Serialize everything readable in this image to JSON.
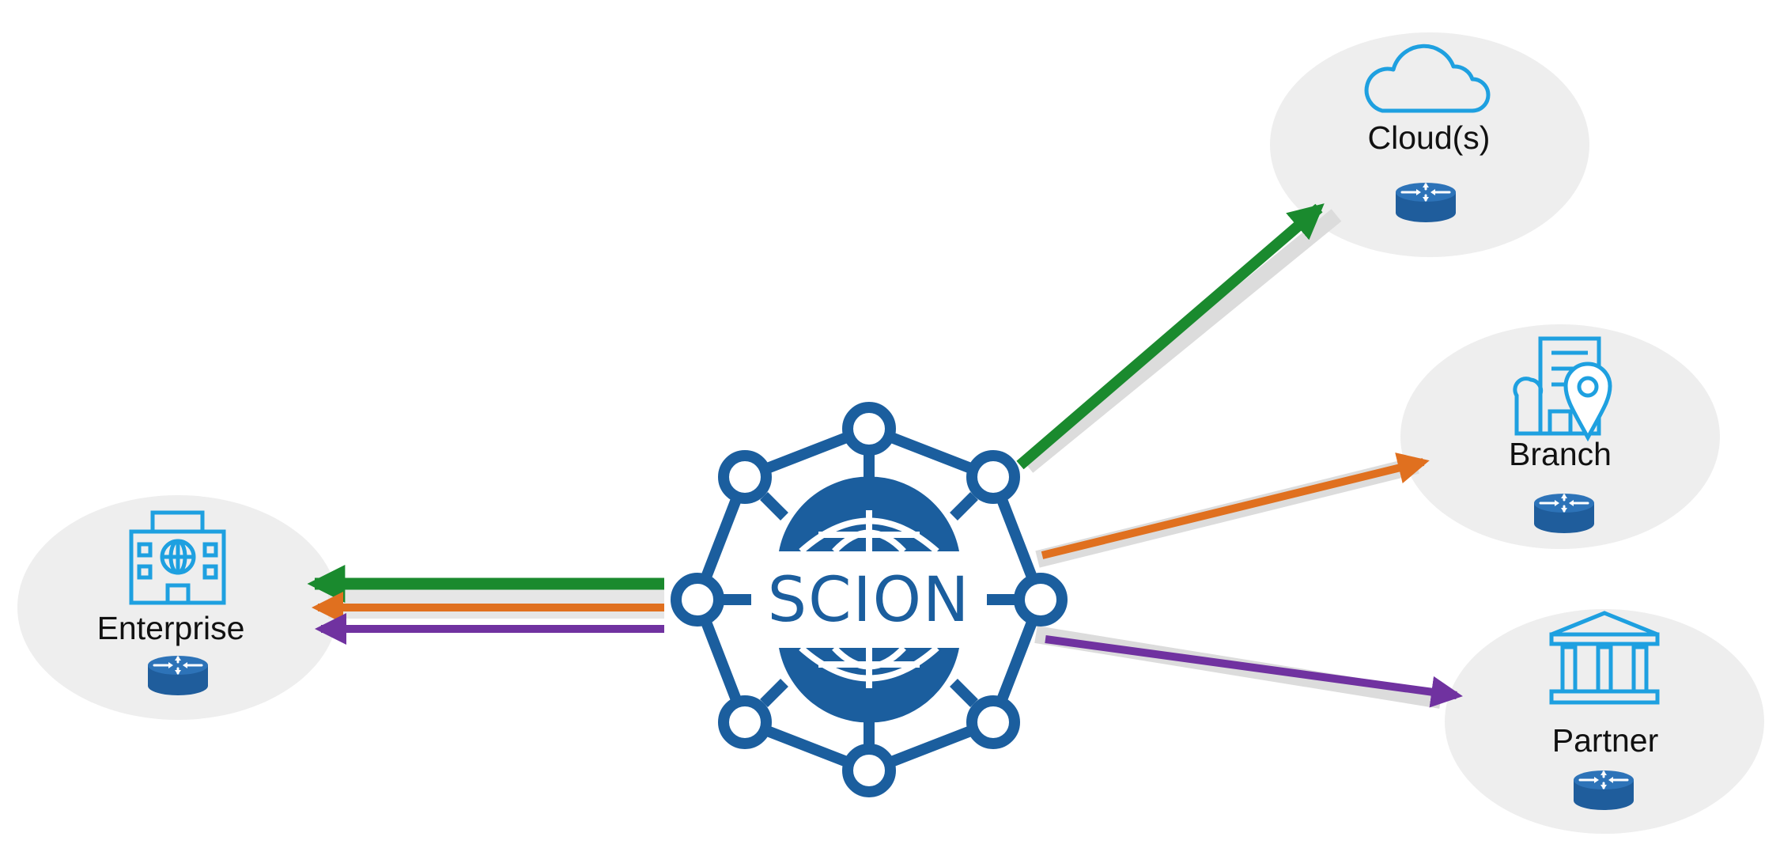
{
  "diagram": {
    "hub": {
      "label": "SCION"
    },
    "nodes": {
      "enterprise": {
        "label": "Enterprise",
        "icon": "enterprise-building-icon"
      },
      "cloud": {
        "label": "Cloud(s)",
        "icon": "cloud-icon"
      },
      "branch": {
        "label": "Branch",
        "icon": "branch-office-location-icon"
      },
      "partner": {
        "label": "Partner",
        "icon": "partner-institution-icon"
      }
    },
    "connections": [
      {
        "from": "SCION",
        "to": "Cloud(s)",
        "color": "#1a8a2e"
      },
      {
        "from": "SCION",
        "to": "Branch",
        "color": "#e0701f"
      },
      {
        "from": "SCION",
        "to": "Partner",
        "color": "#7032a0"
      },
      {
        "from": "SCION",
        "to": "Enterprise",
        "color": "#1a8a2e"
      },
      {
        "from": "SCION",
        "to": "Enterprise",
        "color": "#e0701f"
      },
      {
        "from": "SCION",
        "to": "Enterprise",
        "color": "#7032a0"
      }
    ],
    "colors": {
      "hub_blue": "#1b5e9e",
      "icon_blue": "#1ea0e0",
      "router_blue": "#1f5d9c",
      "ellipse_gray": "#eeeeee",
      "shadow_gray": "#d9d9d9",
      "green": "#1a8a2e",
      "orange": "#e0701f",
      "purple": "#7032a0"
    }
  }
}
